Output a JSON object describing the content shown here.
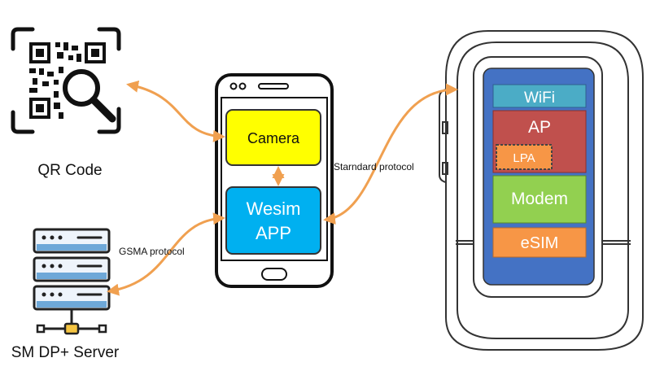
{
  "qr": {
    "label": "QR Code"
  },
  "server": {
    "label": "SM DP+ Server"
  },
  "phone": {
    "camera_label": "Camera",
    "app_label_line1": "Wesim",
    "app_label_line2": "APP"
  },
  "protocols": {
    "gsma": "GSMA protocol",
    "standard": "Starndard protocol"
  },
  "device": {
    "wifi": "WiFi",
    "ap": "AP",
    "lpa": "LPA",
    "modem": "Modem",
    "esim": "eSIM"
  },
  "colors": {
    "arrow": "#f0a050",
    "camera_fill": "#ffff00",
    "app_fill": "#00b0f0",
    "device_panel": "#4472c4",
    "wifi": "#4bacc6",
    "ap": "#c0504d",
    "lpa": "#f79646",
    "modem": "#92d050",
    "esim": "#f79646",
    "server_accent": "#6ea8d8",
    "connector": "#f5c542"
  }
}
